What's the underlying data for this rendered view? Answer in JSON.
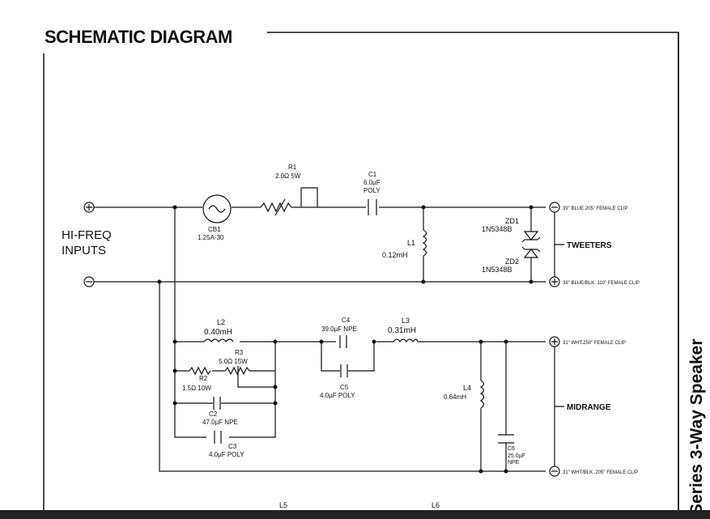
{
  "title": "SCHEMATIC DIAGRAM",
  "sidebar_label": "Series 3-Way Speaker",
  "inputs": {
    "label1": "HI-FREQ",
    "label2": "INPUTS"
  },
  "cb1": {
    "name": "CB1",
    "value": "1.25A-30"
  },
  "r1": {
    "name": "R1",
    "value": "2.0Ω 5W"
  },
  "c1": {
    "name": "C1",
    "value": "6.0µF",
    "type": "POLY"
  },
  "l1": {
    "name": "L1",
    "value": "0.12mH"
  },
  "zd1": {
    "name": "ZD1",
    "part": "1N5348B"
  },
  "zd2": {
    "name": "ZD2",
    "part": "1N5348B"
  },
  "tweeters": {
    "label": "TWEETERS",
    "clip_neg": "39\" BLUE.205\" FEMALE CLIP",
    "clip_pos": "39\" BLUE/BLK .110\" FEMALE CLIP"
  },
  "l2": {
    "name": "L2",
    "value": "0.40mH"
  },
  "r3": {
    "name": "R3",
    "value": "5.0Ω 15W"
  },
  "r2": {
    "name": "R2",
    "value": "1.5Ω 10W"
  },
  "c2": {
    "name": "C2",
    "value": "47.0µF NPE"
  },
  "c3": {
    "name": "C3",
    "value": "4.0µF POLY"
  },
  "c4": {
    "name": "C4",
    "value": "39.0µF NPE"
  },
  "c5": {
    "name": "C5",
    "value": "4.0µF POLY"
  },
  "l3": {
    "name": "L3",
    "value": "0.31mH"
  },
  "l4": {
    "name": "L4",
    "value": "0.64mH"
  },
  "c6": {
    "name": "C6",
    "value": "25.0µF",
    "type": "NPE"
  },
  "midrange": {
    "label": "MIDRANGE",
    "clip_pos": "31\" WHT.250\" FEMALE CLIP",
    "clip_neg": "31\" WHT/BLK .205\" FEMALE CLIP"
  },
  "l5": {
    "name": "L5"
  },
  "l6": {
    "name": "L6"
  }
}
